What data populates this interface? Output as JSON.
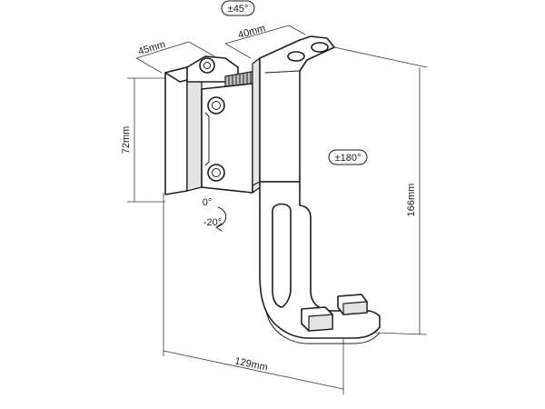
{
  "dimensions": {
    "top_depth": "45mm",
    "top_width": "40mm",
    "height_left": "72mm",
    "height_right": "166mm",
    "bottom_width": "129mm"
  },
  "angles": {
    "tilt_top": "±45°",
    "swivel": "±180°",
    "tilt_up": "0°",
    "tilt_down": "-20°"
  },
  "colors": {
    "line": "#1e1e1e",
    "shade": "#e4e4e4",
    "dark": "#bdbdbd"
  }
}
